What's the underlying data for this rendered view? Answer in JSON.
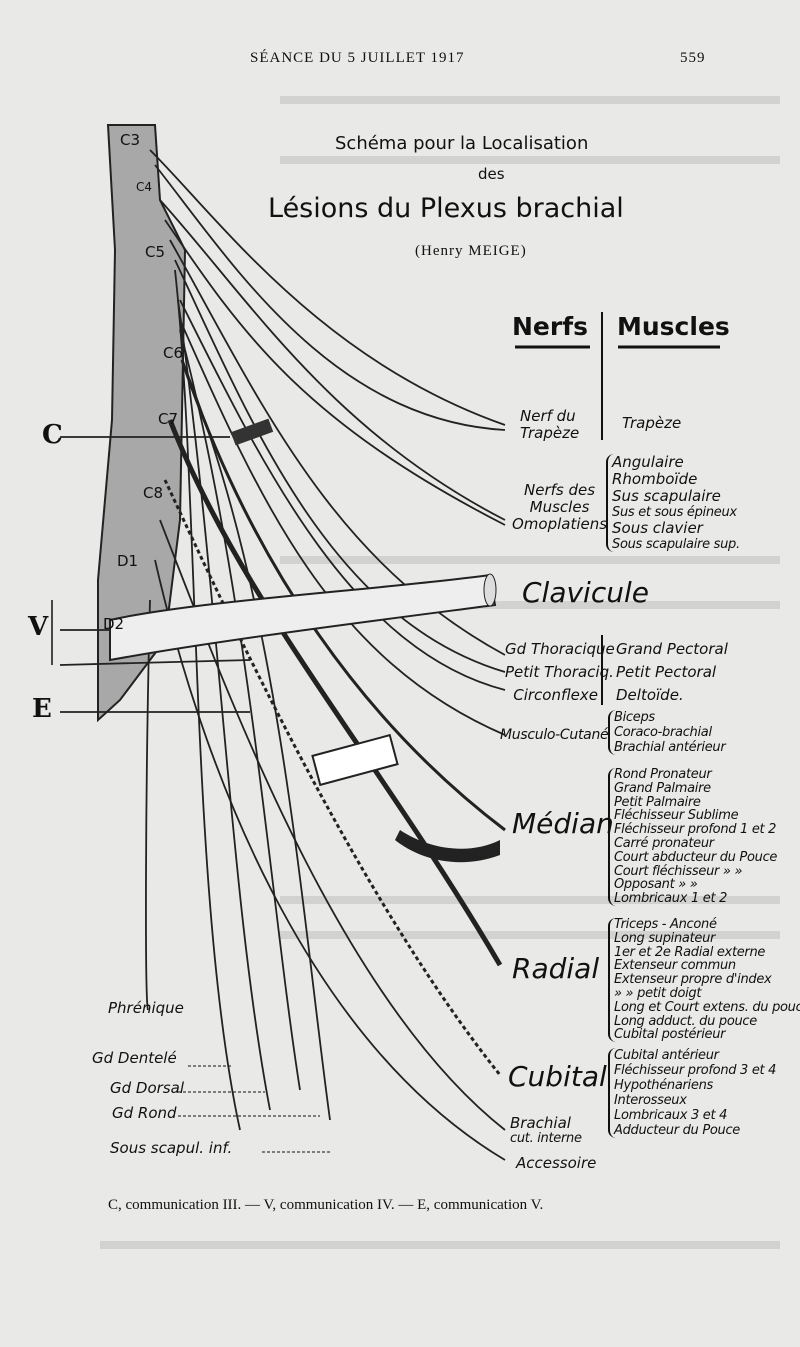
{
  "header": {
    "left": "SÉANCE DU 5 JUILLET 1917",
    "page_number": "559"
  },
  "figure": {
    "title_line1": "Schéma pour la Localisation",
    "title_line2": "des",
    "title_line3": "Lésions du Plexus brachial",
    "author": "(Henry MEIGE)",
    "col_nerfs": "Nerfs",
    "col_muscles": "Muscles",
    "vertebrae": [
      "C3",
      "C4",
      "C5",
      "C6",
      "C7",
      "C8",
      "D1",
      "D2"
    ],
    "markers": {
      "c": "C",
      "v": "V",
      "e": "E"
    },
    "clavicule": "Clavicule",
    "groups": [
      {
        "nerve": [
          "Nerf du",
          "Trapèze"
        ],
        "muscles": [
          "Trapèze"
        ]
      },
      {
        "nerve": [
          "Nerfs des",
          "Muscles",
          "Omoplatiens"
        ],
        "muscles": [
          "Angulaire",
          "Rhomboïde",
          "Sus scapulaire",
          "Sus et sous épineux",
          "Sous clavier",
          "Sous scapulaire sup."
        ]
      },
      {
        "nerve": [
          "Gd Thoracique",
          "Petit Thoraciq.",
          "Circonflexe"
        ],
        "muscles": [
          "Grand Pectoral",
          "Petit Pectoral",
          "Deltoïde."
        ]
      },
      {
        "nerve": [
          "Musculo-Cutané"
        ],
        "muscles": [
          "Biceps",
          "Coraco-brachial",
          "Brachial antérieur"
        ]
      },
      {
        "nerve": [
          "Médian"
        ],
        "muscles": [
          "Rond Pronateur",
          "Grand Palmaire",
          "Petit Palmaire",
          "Fléchisseur Sublime",
          "Fléchisseur profond 1 et 2",
          "Carré pronateur",
          "Court abducteur du Pouce",
          "Court fléchisseur » »",
          "Opposant » »",
          "Lombricaux 1 et 2"
        ]
      },
      {
        "nerve": [
          "Radial"
        ],
        "muscles": [
          "Triceps - Anconé",
          "Long supinateur",
          "1er et 2e Radial externe",
          "Extenseur commun",
          "Extenseur propre d'index",
          "» » petit doigt",
          "Long et Court extens. du pouce",
          "Long adduct. du pouce",
          "Cubital postérieur"
        ]
      },
      {
        "nerve": [
          "Cubital"
        ],
        "muscles": [
          "Cubital antérieur",
          "Fléchisseur profond 3 et 4",
          "Hypothénariens",
          "Interosseux",
          "Lombricaux 3 et 4",
          "Adducteur du Pouce"
        ]
      },
      {
        "nerve": [
          "Brachial",
          "cut. interne"
        ],
        "muscles": []
      },
      {
        "nerve": [
          "Accessoire"
        ],
        "muscles": []
      }
    ],
    "left_nerves": [
      "Phrénique",
      "Gd Dentelé",
      "Gd Dorsal",
      "Gd Rond",
      "Sous scapul. inf."
    ],
    "caption": "C, communication III. — V, communication IV. — E, communication V."
  }
}
